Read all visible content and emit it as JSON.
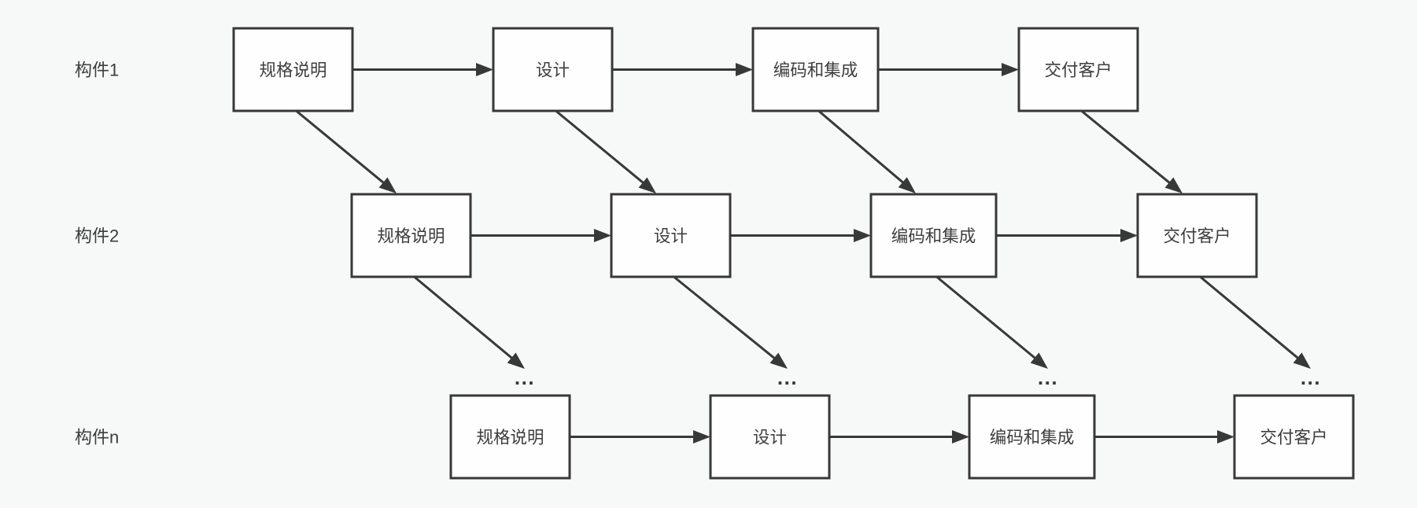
{
  "diagram": {
    "rows": [
      {
        "label": "构件1",
        "stages": [
          "规格说明",
          "设计",
          "编码和集成",
          "交付客户"
        ]
      },
      {
        "label": "构件2",
        "stages": [
          "规格说明",
          "设计",
          "编码和集成",
          "交付客户"
        ]
      },
      {
        "label": "构件n",
        "stages": [
          "规格说明",
          "设计",
          "编码和集成",
          "交付客户"
        ]
      }
    ],
    "ellipsis_marker": "...",
    "colors": {
      "background": "#f7f8f8",
      "box_fill": "#fefefe",
      "box_border": "#383838",
      "line": "#383838",
      "text": "#3d3d3d"
    }
  }
}
